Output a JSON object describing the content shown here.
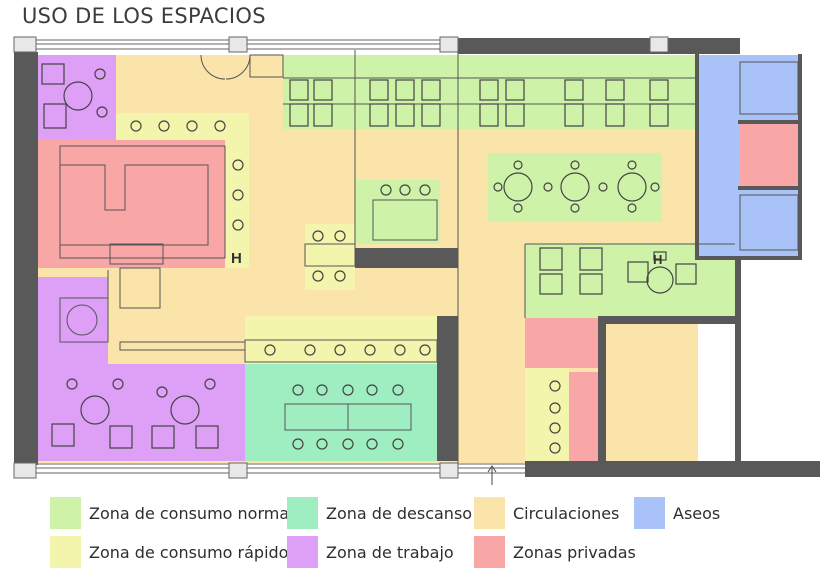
{
  "title": "USO DE LOS ESPACIOS",
  "colors": {
    "normal": "#cdf2a8",
    "rapido": "#f4f5ad",
    "descanso": "#9feec2",
    "circulaciones": "#fbe4a9",
    "trabajo": "#de9ff6",
    "privadas": "#f9a6a6",
    "aseos": "#a9c3f8",
    "wall": "#595959",
    "line": "#555555"
  },
  "legend": [
    {
      "key": "normal",
      "label": "Zona de consumo normal"
    },
    {
      "key": "descanso",
      "label": "Zona de descanso"
    },
    {
      "key": "circulaciones",
      "label": "Circulaciones"
    },
    {
      "key": "aseos",
      "label": "Aseos"
    },
    {
      "key": "rapido",
      "label": "Zona de consumo rápido"
    },
    {
      "key": "trabajo",
      "label": "Zona de trabajo"
    },
    {
      "key": "privadas",
      "label": "Zonas privadas"
    }
  ],
  "plan_marks": {
    "stair_marker_left": "H",
    "stair_marker_right": "H"
  }
}
